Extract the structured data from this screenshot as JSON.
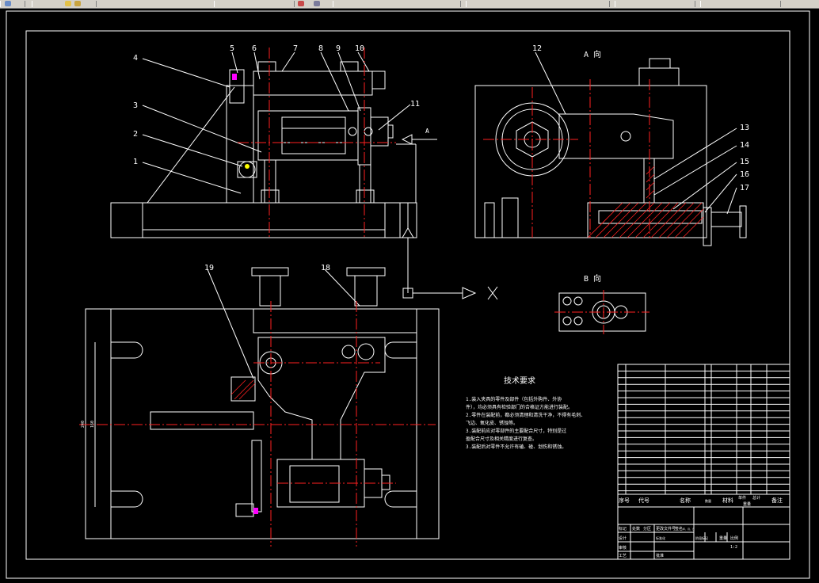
{
  "colors": {
    "background": "#000000",
    "line": "#ffffff",
    "center_line": "#ff2020",
    "leader": "#ffffff",
    "accent_magenta": "#ff00ff",
    "accent_cyan": "#00ffff",
    "accent_yellow": "#ffff00",
    "toolbar": "#d4d0c8"
  },
  "toolbar": {
    "icons": [
      "file-icon",
      "zoom-icon",
      "layer-icon",
      "paint-icon"
    ]
  },
  "views": {
    "view_a": "A 向",
    "view_b": "B 向",
    "arrow_label_a": "A",
    "arrow_label_x": "X"
  },
  "balloons": {
    "front": [
      "4",
      "3",
      "2",
      "1",
      "5",
      "6",
      "7",
      "8",
      "9",
      "10",
      "11"
    ],
    "side": [
      "12",
      "13",
      "14",
      "15",
      "16",
      "17"
    ],
    "plan": [
      "19",
      "18"
    ]
  },
  "technical_requirements": {
    "title": "技术要求",
    "lines": [
      "1.装入夹具的零件及部件（包括外购件、外协",
      "件），均必须具有检验部门的合格证方能进行装配。",
      "2.零件在装配前，都必须清理和清洗干净，不得有毛刺、",
      "飞边、氧化皮、锈蚀等。",
      "3.装配前应对零部件的主要配合尺寸，特别是过",
      "盈配合尺寸及相关精度进行复查。",
      "3.装配后对零件不允许有磕、碰、划伤和锈蚀。"
    ]
  },
  "bom_header": {
    "seq": "序号",
    "code": "代号",
    "name": "名称",
    "qty": "数量",
    "material": "材料",
    "unit_weight": "单件",
    "total_weight": "总计",
    "weight": "重量",
    "remark": "备注"
  },
  "title_block": {
    "mark": "标记",
    "count": "处数",
    "zone": "分区",
    "change_doc": "更改文件号",
    "signature": "签名",
    "date": "年、月、日",
    "design": "设计",
    "standardization": "标准化",
    "stage_mark": "阶段标记",
    "weight": "重量",
    "scale": "比例",
    "scale_value": "1:2",
    "review": "审核",
    "craft": "工艺",
    "approve": "批准"
  },
  "dimensions": {
    "plan_overall": "240",
    "plan_inner": "160"
  }
}
